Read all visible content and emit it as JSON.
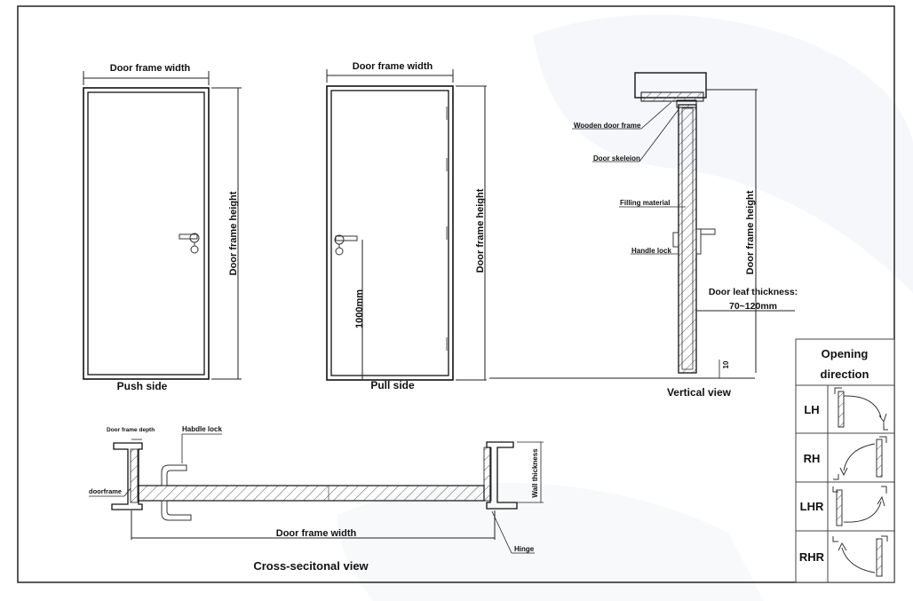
{
  "front_views": {
    "push": {
      "top_dimension": "Door frame width",
      "side_dimension": "Door frame height",
      "caption": "Push side"
    },
    "pull": {
      "top_dimension": "Door frame width",
      "side_dimension": "Door frame height",
      "handle_height": "1000mm",
      "caption": "Pull side"
    }
  },
  "vertical_view": {
    "labels": {
      "wooden_frame": "Wooden door frame",
      "skeleton": "Door skeleion",
      "filling": "Filling material",
      "handle_lock": "Handle lock"
    },
    "height_label": "Door frame height",
    "thickness_label": "Door leaf thickness:",
    "thickness_value": "70~120mm",
    "gap_value": "10",
    "caption": "Vertical view"
  },
  "cross_section": {
    "frame_depth": "Door frame depth",
    "lock_label": "Habdle lock",
    "doorframe_label": "doorframe",
    "wall_thickness": "Wall thickness",
    "width_label": "Door frame width",
    "hinge_label": "Hinge",
    "caption": "Cross-secitonal view"
  },
  "opening_direction": {
    "title_line1": "Opening",
    "title_line2": "direction",
    "rows": [
      "LH",
      "RH",
      "LHR",
      "RHR"
    ]
  }
}
